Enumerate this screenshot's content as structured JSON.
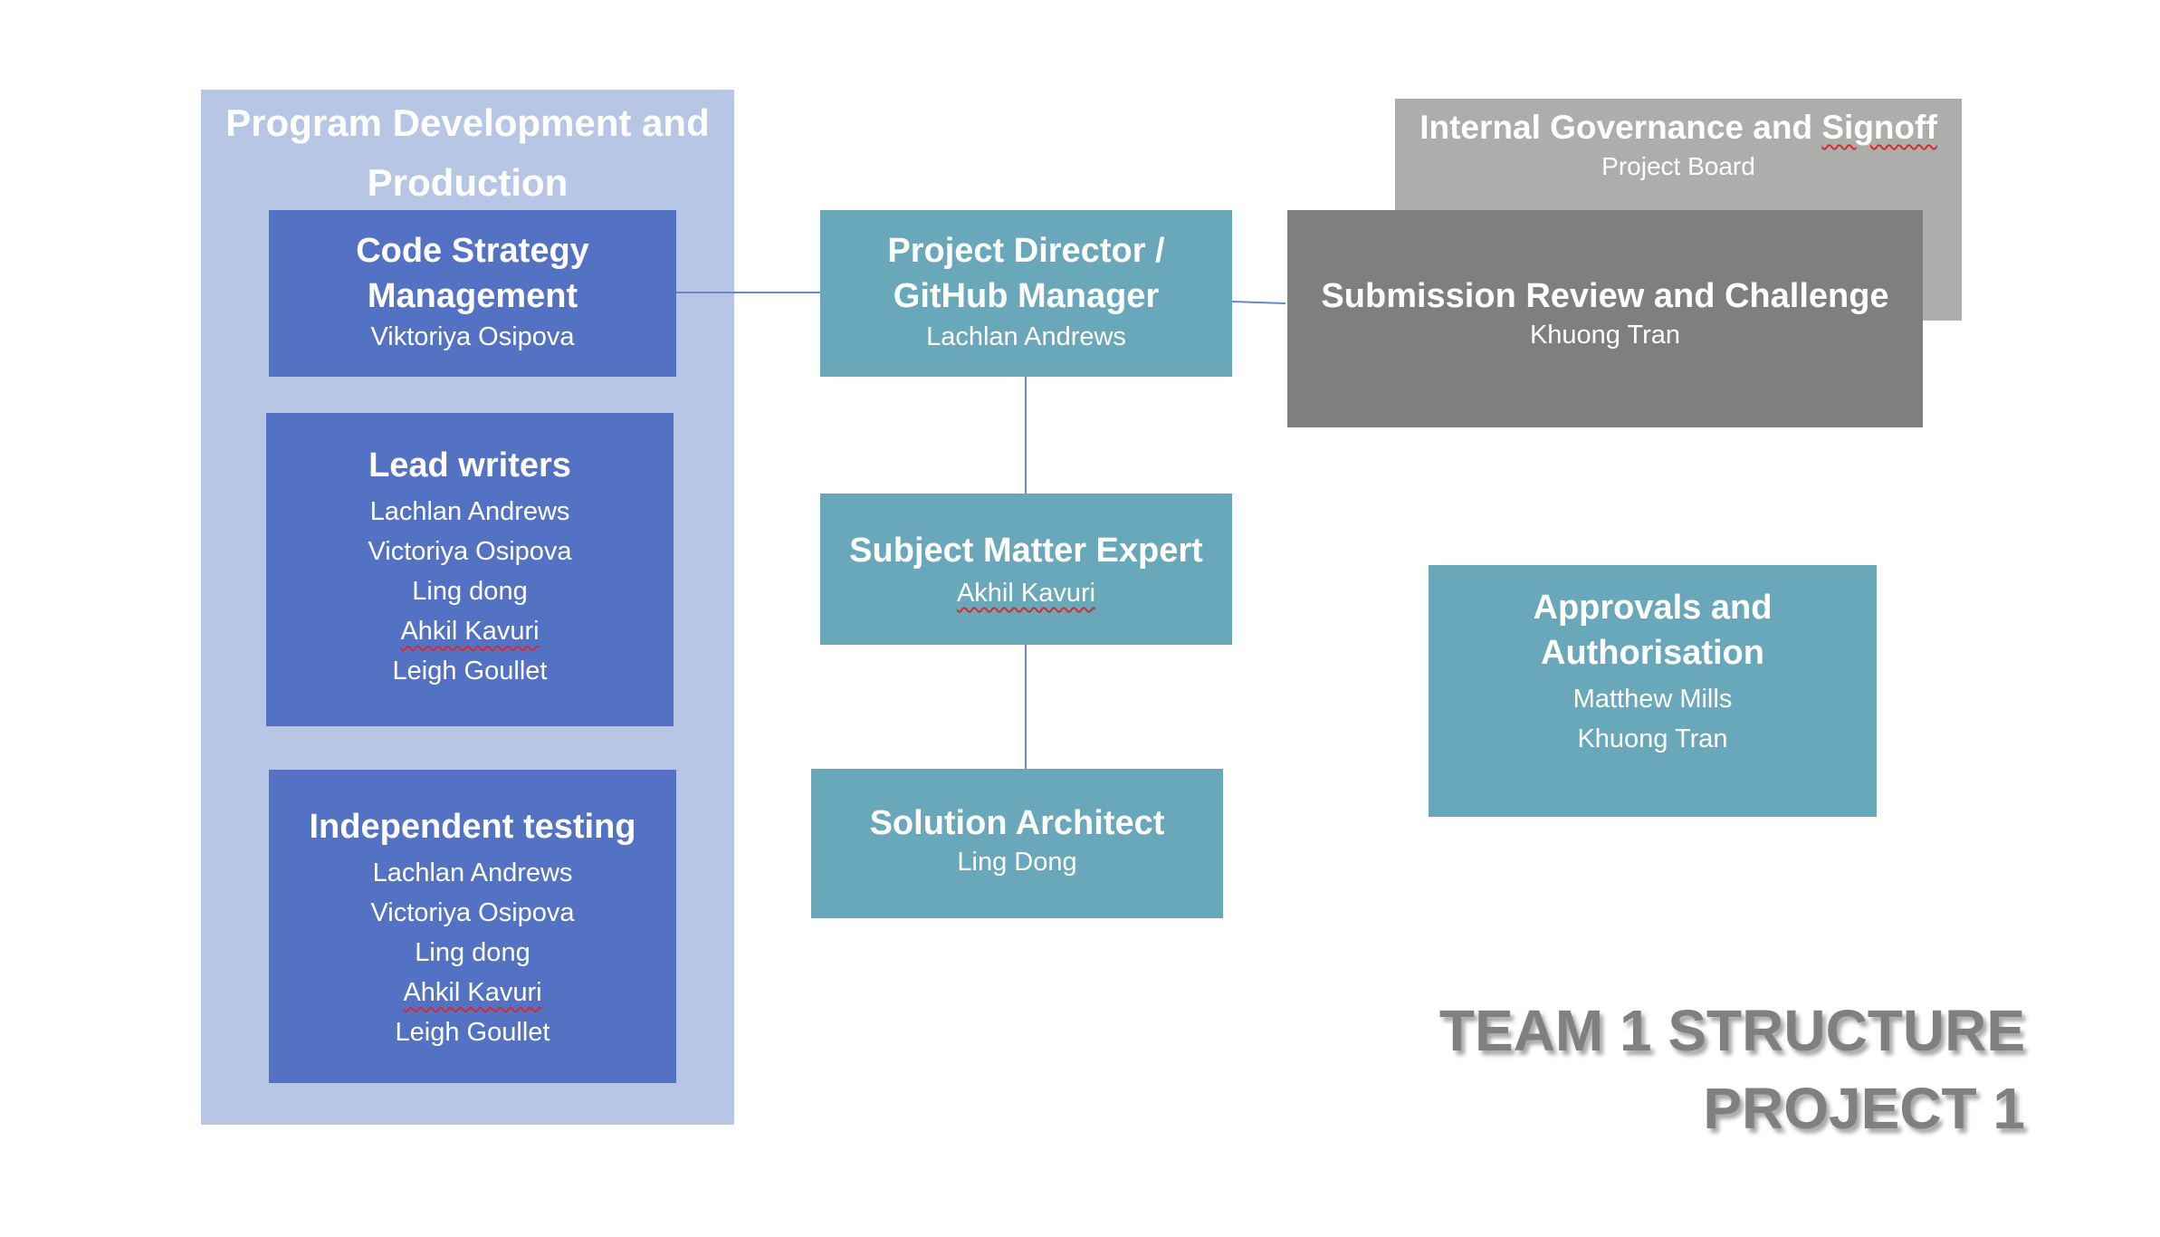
{
  "program_panel": {
    "title_line1": "Program Development and",
    "title_line2": "Production"
  },
  "code_strategy": {
    "title_line1": "Code Strategy",
    "title_line2": "Management",
    "person": "Viktoriya Osipova"
  },
  "lead_writers": {
    "title": "Lead writers",
    "members": [
      "Lachlan Andrews",
      "Victoriya Osipova",
      "Ling dong",
      "Ahkil Kavuri",
      "Leigh Goullet"
    ]
  },
  "independent_testing": {
    "title": "Independent testing",
    "members": [
      "Lachlan Andrews",
      "Victoriya Osipova",
      "Ling dong",
      "Ahkil Kavuri",
      "Leigh Goullet"
    ]
  },
  "project_director": {
    "title_line1": "Project Director /",
    "title_line2": "GitHub Manager",
    "person": "Lachlan Andrews"
  },
  "subject_matter_expert": {
    "title": "Subject Matter Expert",
    "person": "Akhil Kavuri"
  },
  "solution_architect": {
    "title": "Solution Architect",
    "person": "Ling Dong"
  },
  "internal_governance": {
    "title": "Internal Governance and Signoff",
    "title_flagged_word": "Signoff",
    "subtitle": "Project Board"
  },
  "submission_review": {
    "title": "Submission Review and Challenge",
    "person": "Khuong Tran"
  },
  "approvals": {
    "title_line1": "Approvals and",
    "title_line2": "Authorisation",
    "members": [
      "Matthew Mills",
      "Khuong Tran"
    ]
  },
  "page_title": {
    "line1": "TEAM 1 STRUCTURE",
    "line2": "PROJECT 1"
  },
  "colors": {
    "panel": "#b8c6e5",
    "blue_box": "#5372c4",
    "teal_box": "#69a8ba",
    "light_gray_box": "#adadac",
    "dark_gray_box": "#7f7f7f",
    "connector": "#6b86c9",
    "title_text": "#808080"
  }
}
